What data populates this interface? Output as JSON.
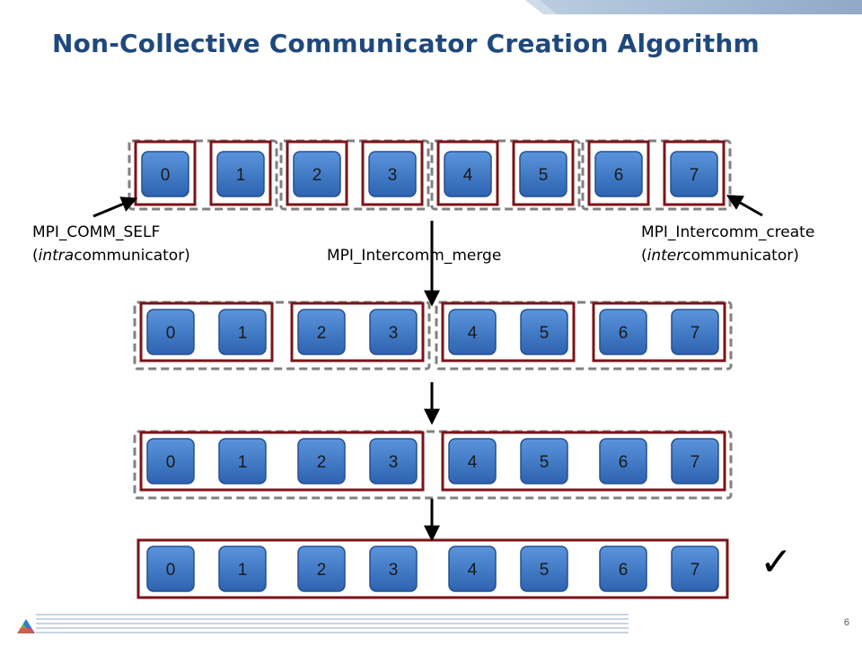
{
  "slide": {
    "title": "Non-Collective Communicator Creation Algorithm",
    "page_number": "6"
  },
  "labels": {
    "comm_self_line1": "MPI_COMM_SELF",
    "comm_self_line2_open": "(",
    "comm_self_line2_italic": "intra",
    "comm_self_line2_rest": "communicator)",
    "merge": "MPI_Intercomm_merge",
    "create_line1": "MPI_Intercomm_create",
    "create_line2_open": "(",
    "create_line2_italic": "inter",
    "create_line2_rest": "communicator)"
  },
  "ranks": [
    "0",
    "1",
    "2",
    "3",
    "4",
    "5",
    "6",
    "7"
  ],
  "rows": [
    {
      "intra_group_size": 1,
      "dashed_group_size": 2
    },
    {
      "intra_group_size": 2,
      "dashed_group_size": 4
    },
    {
      "intra_group_size": 4,
      "dashed_group_size": 8
    },
    {
      "intra_group_size": 8,
      "dashed_group_size": 0
    }
  ],
  "checkmark": "✓",
  "colors": {
    "title": "#1f497d",
    "process_fill": "#3a76c6",
    "process_border": "#24508f",
    "intra_border": "#7b1418",
    "dashed_border": "#808080",
    "arrow": "#000000",
    "banner": "#a9bfd6"
  }
}
